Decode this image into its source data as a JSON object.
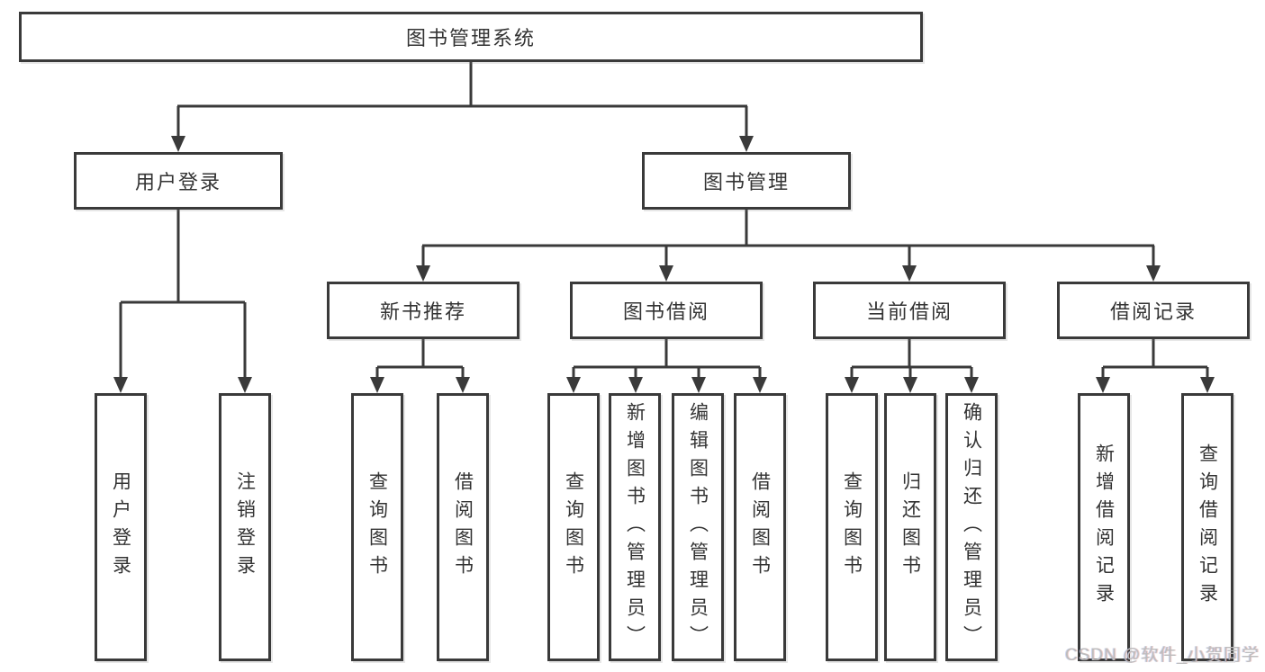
{
  "colors": {
    "line": "#3a3a3a",
    "box_border": "#3a3a3a",
    "text": "#333333",
    "background": "#ffffff",
    "watermark": "#bdbdbd"
  },
  "diagram": {
    "root": {
      "label": "图书管理系统"
    },
    "level2": [
      {
        "id": "user-login",
        "label": "用户登录"
      },
      {
        "id": "book-management",
        "label": "图书管理"
      }
    ],
    "level3": [
      {
        "id": "new-book-recommend",
        "label": "新书推荐",
        "parent": "book-management"
      },
      {
        "id": "book-borrowing",
        "label": "图书借阅",
        "parent": "book-management"
      },
      {
        "id": "current-borrowing",
        "label": "当前借阅",
        "parent": "book-management"
      },
      {
        "id": "borrowing-records",
        "label": "借阅记录",
        "parent": "book-management"
      }
    ],
    "leaves": [
      {
        "parent": "user-login",
        "label": "用户登录"
      },
      {
        "parent": "user-login",
        "label": "注销登录"
      },
      {
        "parent": "new-book-recommend",
        "label": "查询图书"
      },
      {
        "parent": "new-book-recommend",
        "label": "借阅图书"
      },
      {
        "parent": "book-borrowing",
        "label": "查询图书"
      },
      {
        "parent": "book-borrowing",
        "label": "新增图书（管理员）"
      },
      {
        "parent": "book-borrowing",
        "label": "编辑图书（管理员）"
      },
      {
        "parent": "book-borrowing",
        "label": "借阅图书"
      },
      {
        "parent": "current-borrowing",
        "label": "查询图书"
      },
      {
        "parent": "current-borrowing",
        "label": "归还图书"
      },
      {
        "parent": "current-borrowing",
        "label": "确认归还（管理员）"
      },
      {
        "parent": "borrowing-records",
        "label": "新增借阅记录"
      },
      {
        "parent": "borrowing-records",
        "label": "查询借阅记录"
      }
    ]
  },
  "watermark": {
    "text": "CSDN @软件_小贺同学"
  }
}
